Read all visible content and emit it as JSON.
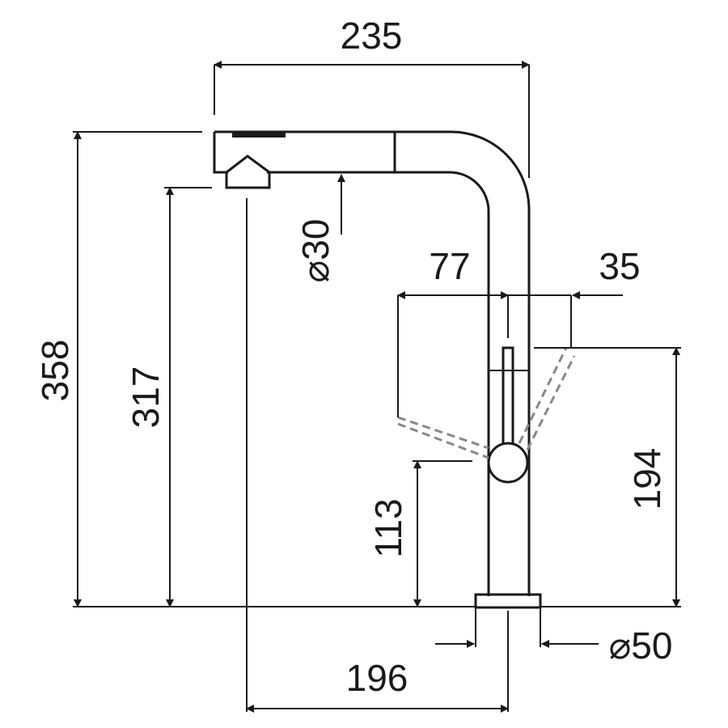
{
  "dimensions": {
    "overall_reach": "235",
    "overall_height": "358",
    "spout_height": "317",
    "spout_diameter": "⌀30",
    "handle_swing": "77",
    "handle_offset": "35",
    "handle_height": "113",
    "lever_height": "194",
    "spout_projection": "196",
    "base_diameter": "⌀50"
  },
  "colors": {
    "ink": "#1a1a1a",
    "hidden_line": "#888888"
  }
}
